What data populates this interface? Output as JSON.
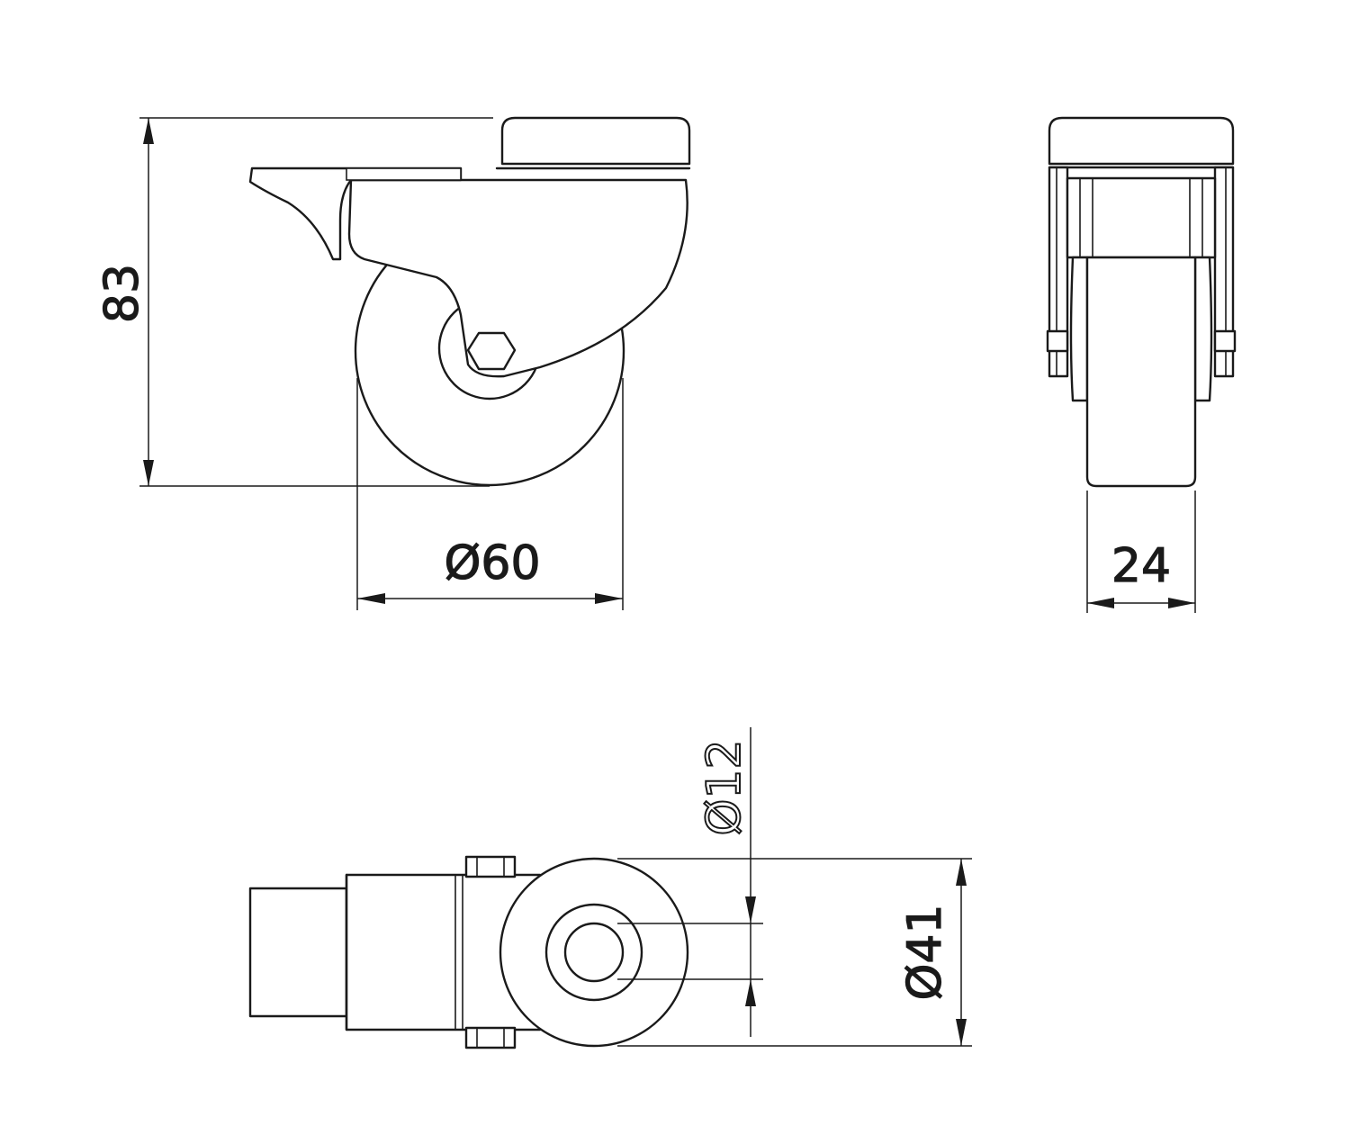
{
  "dimensions": {
    "height": "83",
    "wheel_diameter": "Ø60",
    "wheel_width": "24",
    "bolt_hole": "Ø12",
    "swivel_diameter": "Ø41"
  }
}
